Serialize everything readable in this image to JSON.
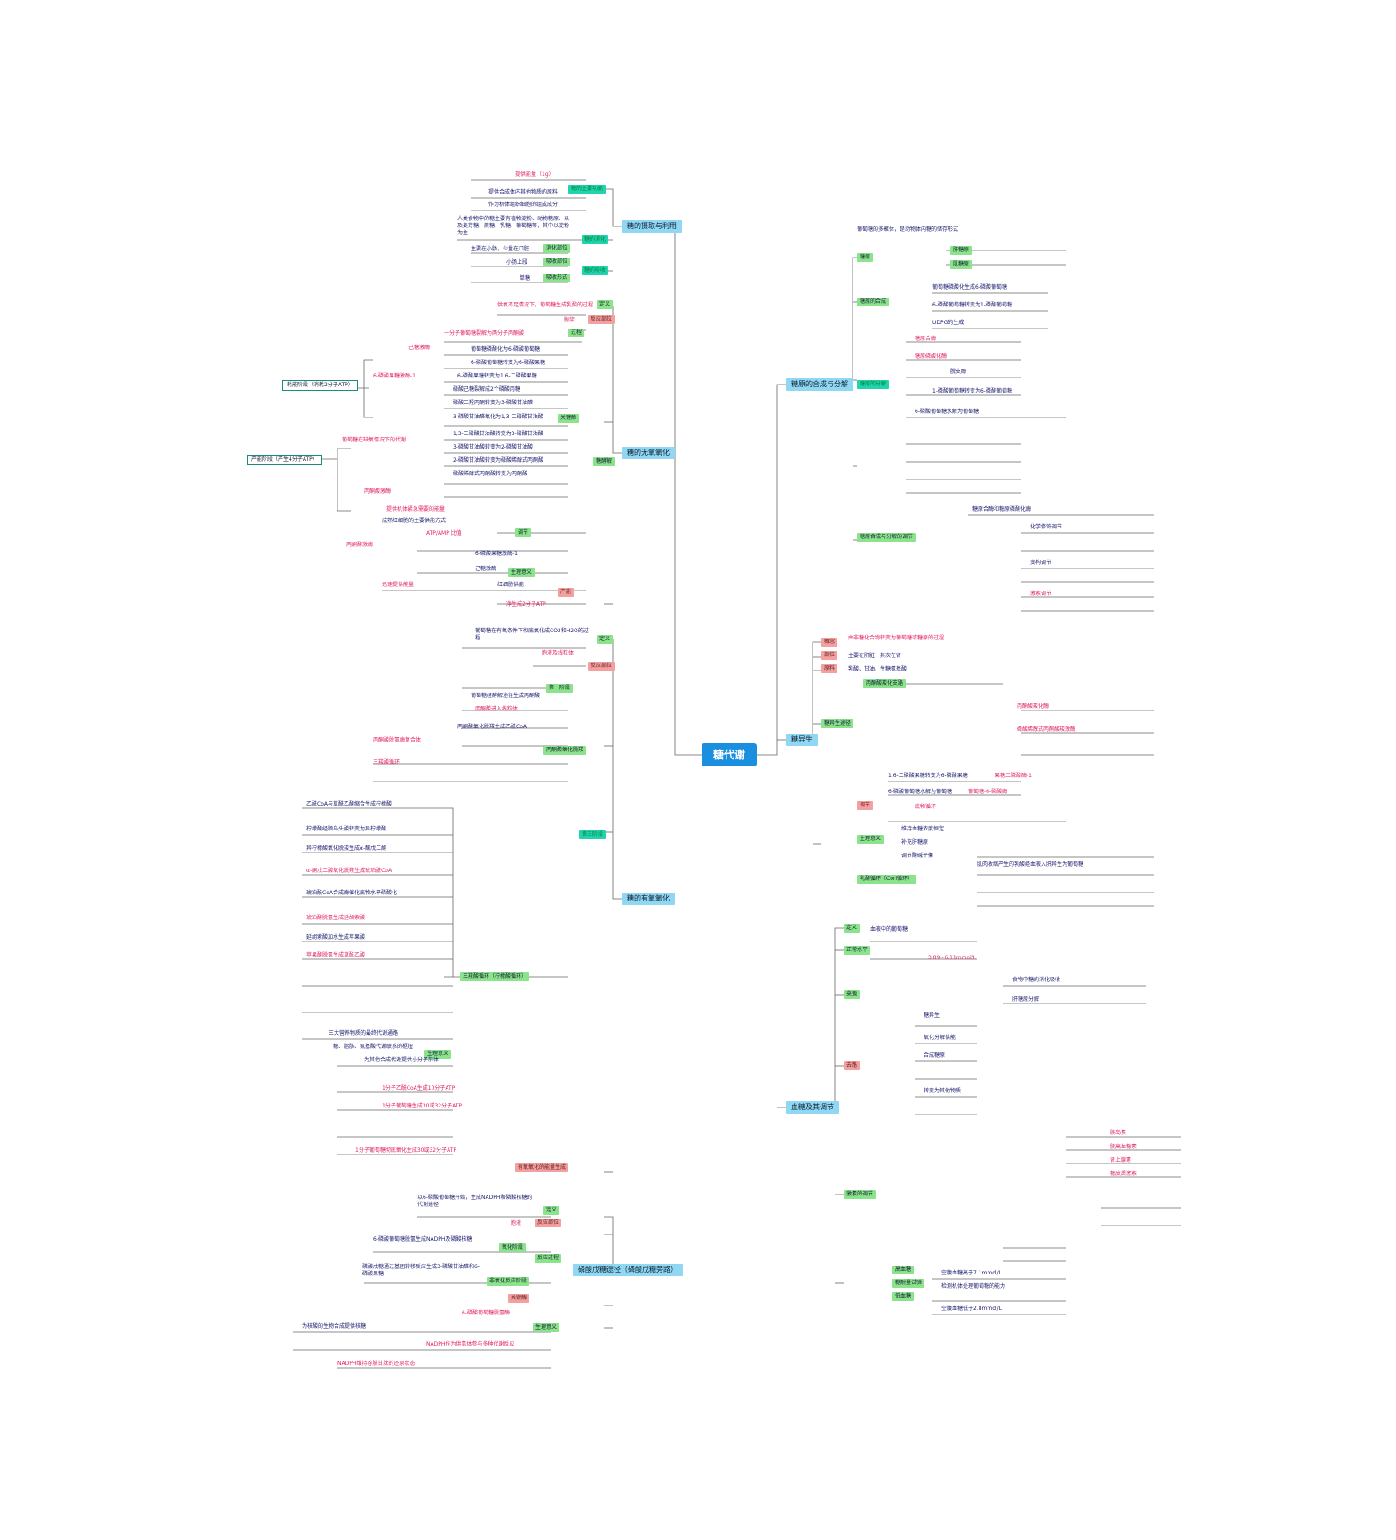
{
  "root": "糖代谢",
  "branches": {
    "b1": "糖的摄取与利用",
    "b2": "糖的无氧氧化",
    "b3": "糖的有氧氧化",
    "b4": "磷酸戊糖途径（磷酸戊糖旁路）",
    "b5": "糖原的合成与分解",
    "b6": "糖异生",
    "b7": "血糖及其调节"
  },
  "b1": {
    "t_energy": "糖的主要功能",
    "n_energy_a": "提供能量（1g）",
    "n_energy_b": "提供合成体内其他物质的原料",
    "n_energy_c": "作为机体组织细胞的组成成分",
    "t_digest": "糖的消化",
    "n_digest_a": "人类食物中的糖主要有植物淀粉、动物糖原、以及麦芽糖、蔗糖、乳糖、葡萄糖等，其中以淀粉为主",
    "t_absorb": "糖的吸收",
    "n_absorb_a": "主要在小肠，少量在口腔",
    "t_ab1": "消化部位",
    "n_absorb_b": "小肠上段",
    "t_ab2": "吸收部位",
    "n_absorb_c": "单糖",
    "t_ab3": "吸收形式"
  },
  "b2": {
    "t_def": "定义",
    "n_def": "供氧不足情况下，葡萄糖生成乳酸的过程",
    "t_site": "反应部位",
    "n_site": "胞浆",
    "t_proc": "过程",
    "n_proc1": "一分子葡萄糖裂解为两分子丙酮酸",
    "n_proc2": "葡萄糖磷酸化为6-磷酸葡萄糖",
    "n_proc3": "6-磷酸葡萄糖转变为6-磷酸果糖",
    "n_proc4": "6-磷酸果糖转变为1,6-二磷酸果糖",
    "n_proc5": "磷酸己糖裂解成2个磷酸丙糖",
    "n_proc6": "磷酸二羟丙酮转变为3-磷酸甘油醛",
    "n_proc7": "3-磷酸甘油醛氧化为1,3-二磷酸甘油酸",
    "n_proc8": "1,3-二磷酸甘油酸转变为3-磷酸甘油酸",
    "n_proc9": "3-磷酸甘油酸转变为2-磷酸甘油酸",
    "n_proc10": "2-磷酸甘油酸转变为磷酸烯醇式丙酮酸",
    "n_proc11": "磷酸烯醇式丙酮酸转变为丙酮酸",
    "t_key": "关键酶",
    "n_key1": "己糖激酶",
    "n_key2": "6-磷酸果糖激酶-1",
    "n_key3": "丙酮酸激酶",
    "t_two": "糖酵解",
    "box1": "耗能阶段（消耗2分子ATP）",
    "box2": "产能阶段（产生4分子ATP）",
    "n_red1": "葡萄糖在缺氧情况下的代谢",
    "n_red2": "提供机体紧急需要的能量",
    "n_red3": "成熟红细胞的主要供能方式",
    "t_reg": "调节",
    "n_reg1": "ATP/AMP 比值",
    "n_reg2": "6-磷酸果糖激酶-1",
    "n_reg3": "丙酮酸激酶",
    "n_reg4": "己糖激酶",
    "t_sig": "生理意义",
    "n_sig1": "迅速提供能量",
    "n_sig2": "红细胞供能",
    "t_energy2": "产能",
    "n_energy2": "净生成2分子ATP"
  },
  "b3": {
    "t_def": "定义",
    "n_def": "葡萄糖在有氧条件下彻底氧化成CO2和H2O的过程",
    "t_site": "反应部位",
    "n_site": "胞液及线粒体",
    "t_s1": "第一阶段",
    "n_s1": "葡萄糖经酵解途径生成丙酮酸",
    "t_s2": "丙酮酸氧化脱羧",
    "n_s2a": "丙酮酸进入线粒体",
    "n_s2b": "丙酮酸氧化脱羧生成乙酰CoA",
    "n_s2c": "丙酮酸脱氢酶复合体",
    "t_s3": "第三阶段",
    "n_s3": "三羧酸循环",
    "t_tca": "三羧酸循环（柠檬酸循环）",
    "n_tca1": "乙酰CoA与草酰乙酸缩合生成柠檬酸",
    "n_tca2": "柠檬酸经顺乌头酸转变为异柠檬酸",
    "n_tca3": "异柠檬酸氧化脱羧生成α-酮戊二酸",
    "n_tca4": "α-酮戊二酸氧化脱羧生成琥珀酰CoA",
    "n_tca5": "琥珀酰CoA合成酶催化底物水平磷酸化",
    "n_tca6": "琥珀酸脱氢生成延胡索酸",
    "n_tca7": "延胡索酸加水生成苹果酸",
    "n_tca8": "苹果酸脱氢生成草酰乙酸",
    "t_sig": "生理意义",
    "n_sig1": "三大营养物质的最终代谢通路",
    "n_sig2": "糖、脂肪、氨基酸代谢联系的枢纽",
    "n_sig3": "为其他合成代谢提供小分子前体",
    "n_atp1": "1分子乙酰CoA生成10分子ATP",
    "n_atp2": "1分子葡萄糖生成30或32分子ATP",
    "t_energy": "有氧氧化的能量生成",
    "n_energy": "1分子葡萄糖彻底氧化生成30或32分子ATP"
  },
  "b4": {
    "t_def": "定义",
    "n_def": "以6-磷酸葡萄糖开始，生成NADPH和磷酸核糖的代谢途径",
    "t_site": "反应部位",
    "n_site": "胞液",
    "t_proc": "反应过程",
    "t_ox": "氧化阶段",
    "n_ox": "6-磷酸葡萄糖脱氢生成NADPH及磷酸核糖",
    "t_nonox": "非氧化反应阶段",
    "n_nonox": "磷酸戊糖通过基团转移反应生成3-磷酸甘油醛和6-磷酸果糖",
    "t_key": "关键酶",
    "n_key": "6-磷酸葡萄糖脱氢酶",
    "t_sig": "生理意义",
    "n_sig1": "为核酸的生物合成提供核糖",
    "n_sig2": "NADPH作为供氢体参与多种代谢反应",
    "n_sig3": "NADPH维持谷胱甘肽的还原状态"
  },
  "b5": {
    "t_gly": "糖原",
    "n_gly1": "肝糖原",
    "n_gly2": "肌糖原",
    "n_gly3": "葡萄糖的多聚体，是动物体内糖的储存形式",
    "t_syn": "糖原的合成",
    "n_syn1": "葡萄糖磷酸化生成6-磷酸葡萄糖",
    "n_syn2": "6-磷酸葡萄糖转变为1-磷酸葡萄糖",
    "n_syn3": "UDPG的生成",
    "n_syn4": "糖原合酶",
    "t_deg": "糖原的分解",
    "n_deg1": "糖原磷酸化酶",
    "n_deg2": "脱支酶",
    "n_deg3": "1-磷酸葡萄糖转变为6-磷酸葡萄糖",
    "n_deg4": "6-磷酸葡萄糖水解为葡萄糖",
    "t_reg": "糖原合成与分解的调节",
    "n_reg1": "糖原合酶和糖原磷酸化酶",
    "n_reg2": "化学修饰调节",
    "n_reg3": "变构调节",
    "n_reg4": "激素调节"
  },
  "b6": {
    "t_def": "概念",
    "n_def": "由非糖化合物转变为葡萄糖或糖原的过程",
    "t_site": "部位",
    "n_site": "主要在肝脏，其次在肾",
    "t_raw": "原料",
    "n_raw": "乳酸、甘油、生糖氨基酸",
    "t_path": "糖异生途径",
    "t_c1": "丙酮酸羧化支路",
    "n_c1a": "丙酮酸羧化酶",
    "n_c1b": "磷酸烯醇式丙酮酸羧激酶",
    "t_c2": "1,6-二磷酸果糖转变为6-磷酸果糖",
    "n_c2": "果糖二磷酸酶-1",
    "t_c3": "6-磷酸葡萄糖水解为葡萄糖",
    "n_c3": "葡萄糖-6-磷酸酶",
    "t_reg": "调节",
    "n_reg": "底物循环",
    "t_sig": "生理意义",
    "n_sig1": "维持血糖浓度恒定",
    "n_sig2": "补充肝糖原",
    "n_sig3": "调节酸碱平衡",
    "t_cori": "乳酸循环（Cori循环）",
    "n_cori": "肌肉收缩产生的乳酸经血液入肝异生为葡萄糖"
  },
  "b7": {
    "t_def": "定义",
    "n_def": "血液中的葡萄糖",
    "t_norm": "正常水平",
    "n_norm": "3.89~6.11mmol/L",
    "t_src": "来源",
    "n_src1": "食物中糖的消化吸收",
    "n_src2": "肝糖原分解",
    "n_src3": "糖异生",
    "t_use": "去路",
    "n_use1": "氧化分解供能",
    "n_use2": "合成糖原",
    "n_use3": "转变为其他物质",
    "t_horm": "激素的调节",
    "n_horm1": "胰岛素",
    "n_horm2": "胰高血糖素",
    "n_horm3": "肾上腺素",
    "n_horm4": "糖皮质激素",
    "t_high": "高血糖",
    "n_high": "空腹血糖高于7.1mmol/L",
    "t_low": "低血糖",
    "n_low": "空腹血糖低于2.8mmol/L",
    "t_tol": "糖耐量试验",
    "n_tol": "检测机体处理葡萄糖的能力"
  },
  "colors": {
    "root": "#1a8fe0",
    "branch": "#8fd7f3",
    "green": "#8be38b",
    "teal": "#22d3b0",
    "pink": "#f4a0a0",
    "text": "#1a1a6e",
    "red": "#e0245e"
  }
}
